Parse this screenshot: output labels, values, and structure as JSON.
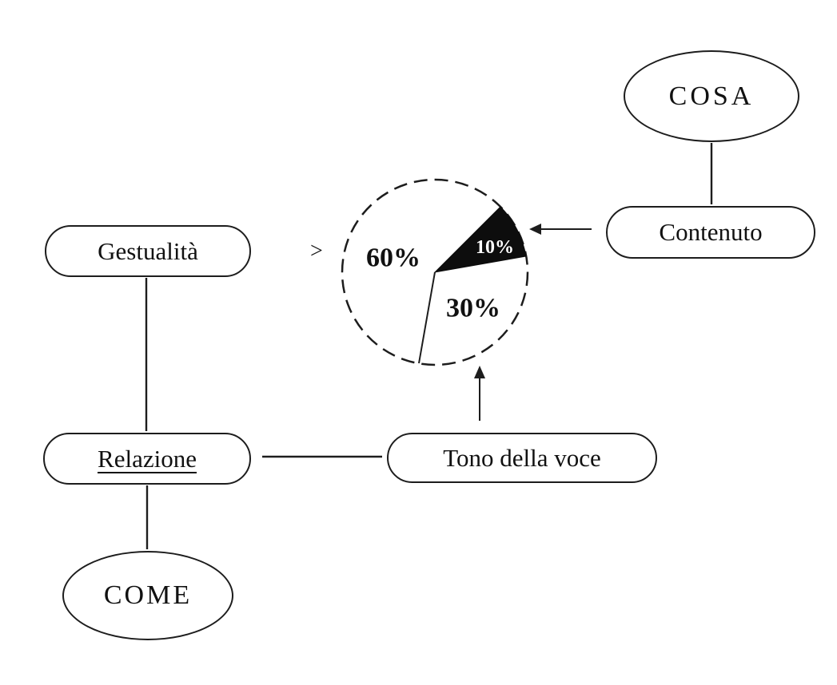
{
  "diagram": {
    "title_hint": "Schema della comunicazione (scansione)",
    "nodes": {
      "cosa": {
        "label": "COSA",
        "shape": "ellipse"
      },
      "contenuto": {
        "label": "Contenuto",
        "shape": "rounded-rect"
      },
      "gestualita": {
        "label": "Gestualità",
        "shape": "rounded-rect"
      },
      "relazione": {
        "label": "Relazione",
        "shape": "rounded-rect",
        "underlined": true
      },
      "tono": {
        "label": "Tono della voce",
        "shape": "rounded-rect"
      },
      "come": {
        "label": "COME",
        "shape": "ellipse"
      }
    },
    "edges": [
      {
        "from": "cosa",
        "to": "contenuto",
        "style": "plain-line"
      },
      {
        "from": "gestualita",
        "to": "relazione",
        "style": "plain-line"
      },
      {
        "from": "relazione",
        "to": "come",
        "style": "plain-line"
      },
      {
        "from": "relazione",
        "to": "tono",
        "style": "plain-line"
      },
      {
        "from": "contenuto",
        "to": "pie-slice-10",
        "style": "arrow-left"
      },
      {
        "from": "tono",
        "to": "pie",
        "style": "arrow-up"
      }
    ],
    "pie_pointer_mark": ">",
    "colors": {
      "ink": "#1d1d1d",
      "slice_fill_dark": "#0d0d0d",
      "slice_text_light": "#ffffff",
      "background": "#ffffff"
    }
  },
  "chart_data": {
    "type": "pie",
    "title": "",
    "outline_style": "dashed",
    "direction": "clockwise",
    "slices": [
      {
        "label": "60%",
        "value": 60,
        "fill": "#ffffff",
        "text_color": "#111111"
      },
      {
        "label": "10%",
        "value": 10,
        "fill": "#0d0d0d",
        "text_color": "#ffffff"
      },
      {
        "label": "30%",
        "value": 30,
        "fill": "#ffffff",
        "text_color": "#111111"
      }
    ]
  }
}
